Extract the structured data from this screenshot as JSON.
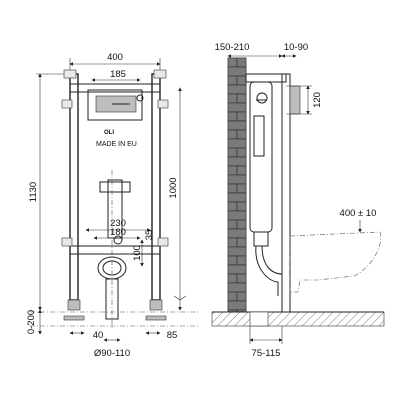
{
  "front_view": {
    "width_total": "400",
    "width_plate": "185",
    "height_total": "1130",
    "height_outlet": "1000",
    "bolt_spacing_outer": "230",
    "bolt_spacing_inner": "180",
    "dim_100": "100",
    "dim_35": "35",
    "foot_adjust": "0-200",
    "dim_40": "40",
    "dim_85": "85",
    "pipe_diameter": "Ø90-110",
    "brand": "OLI",
    "made_in": "MADE IN EU"
  },
  "side_view": {
    "wall_depth": "150-210",
    "frame_offset": "10-90",
    "dim_120": "120",
    "outlet_offset": "75-115",
    "bowl_height": "400 ± 10"
  },
  "colors": {
    "line": "#222222",
    "brick": "#7a7a7a",
    "floor_hatch": "#555555"
  }
}
